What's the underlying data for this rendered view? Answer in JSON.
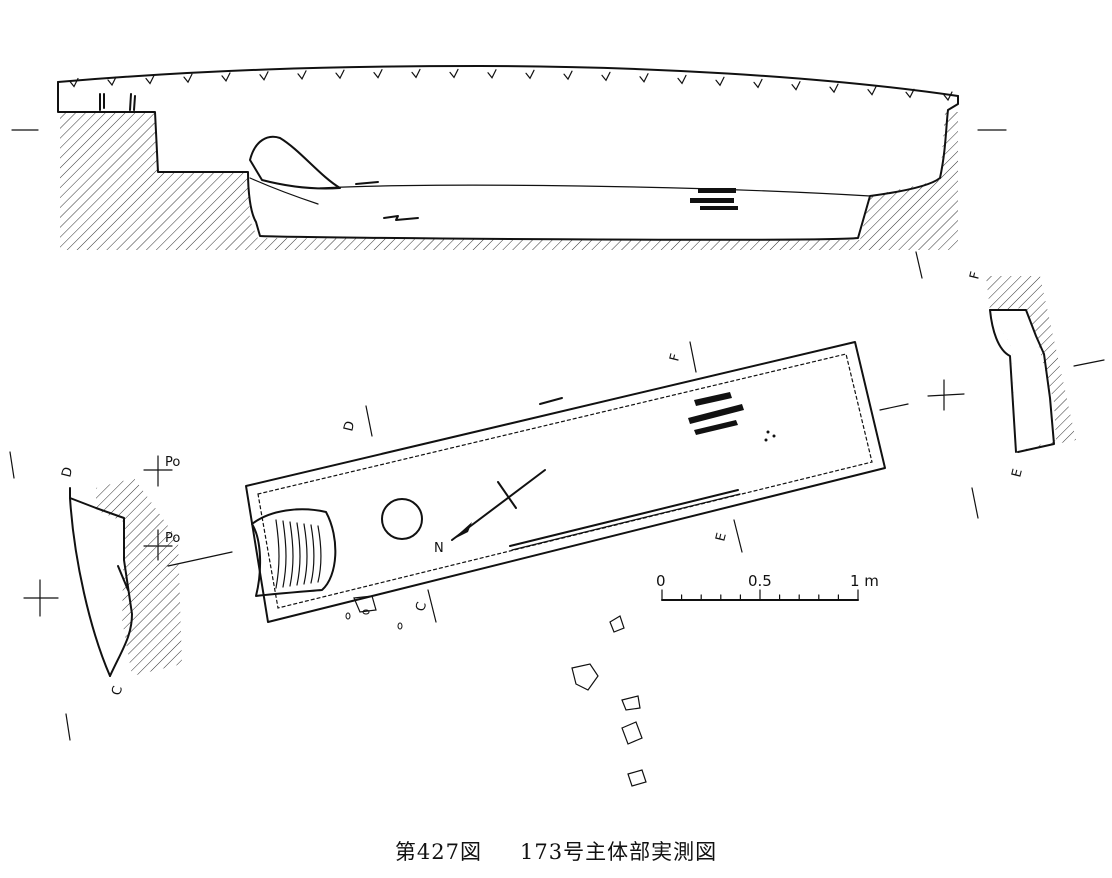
{
  "caption": {
    "figure_number": "第427図",
    "title": "173号主体部実測図"
  },
  "section_labels": [
    "D",
    "C",
    "F",
    "E",
    "F",
    "E",
    "D",
    "C"
  ],
  "datum_label": "Po",
  "scale": {
    "ticks": [
      "0",
      "0.5",
      "1 m"
    ]
  },
  "north_label": "N"
}
